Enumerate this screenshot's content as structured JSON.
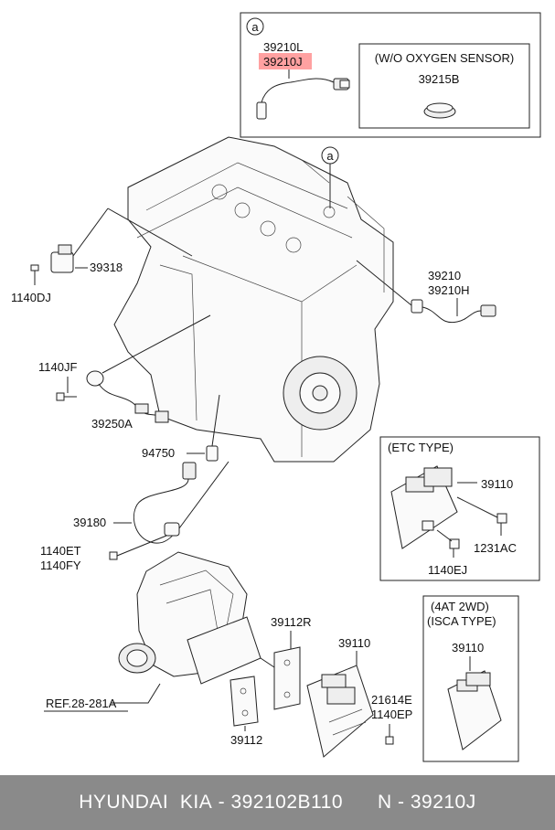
{
  "callout_letter": "a",
  "inset_top": {
    "sensor_labels": [
      "39210L",
      "39210J"
    ],
    "highlight_color": "#ff8a8a",
    "wo_sensor_title": "(W/O OXYGEN SENSOR)",
    "wo_sensor_part": "39215B"
  },
  "labels": {
    "p39318": "39318",
    "p1140DJ": "1140DJ",
    "p39210": "39210",
    "p39210H": "39210H",
    "p1140JF": "1140JF",
    "p39250A": "39250A",
    "p94750": "94750",
    "p39180": "39180",
    "p1140ET": "1140ET",
    "p1140FY": "1140FY",
    "ref": "REF.28-281A",
    "p39112R": "39112R",
    "p39110_mid": "39110",
    "p39112": "39112",
    "p21614E": "21614E",
    "p1140EP": "1140EP"
  },
  "etc_box": {
    "title": "(ETC TYPE)",
    "p39110": "39110",
    "p1231AC": "1231AC",
    "p1140EJ": "1140EJ"
  },
  "isca_box": {
    "title_line1": "(4AT 2WD)",
    "title_line2": "(ISCA TYPE)",
    "p39110": "39110"
  },
  "footer": {
    "brand": "HYUNDAI  KIA",
    "part_number": "392102B110",
    "oem": "N - 39210J"
  }
}
